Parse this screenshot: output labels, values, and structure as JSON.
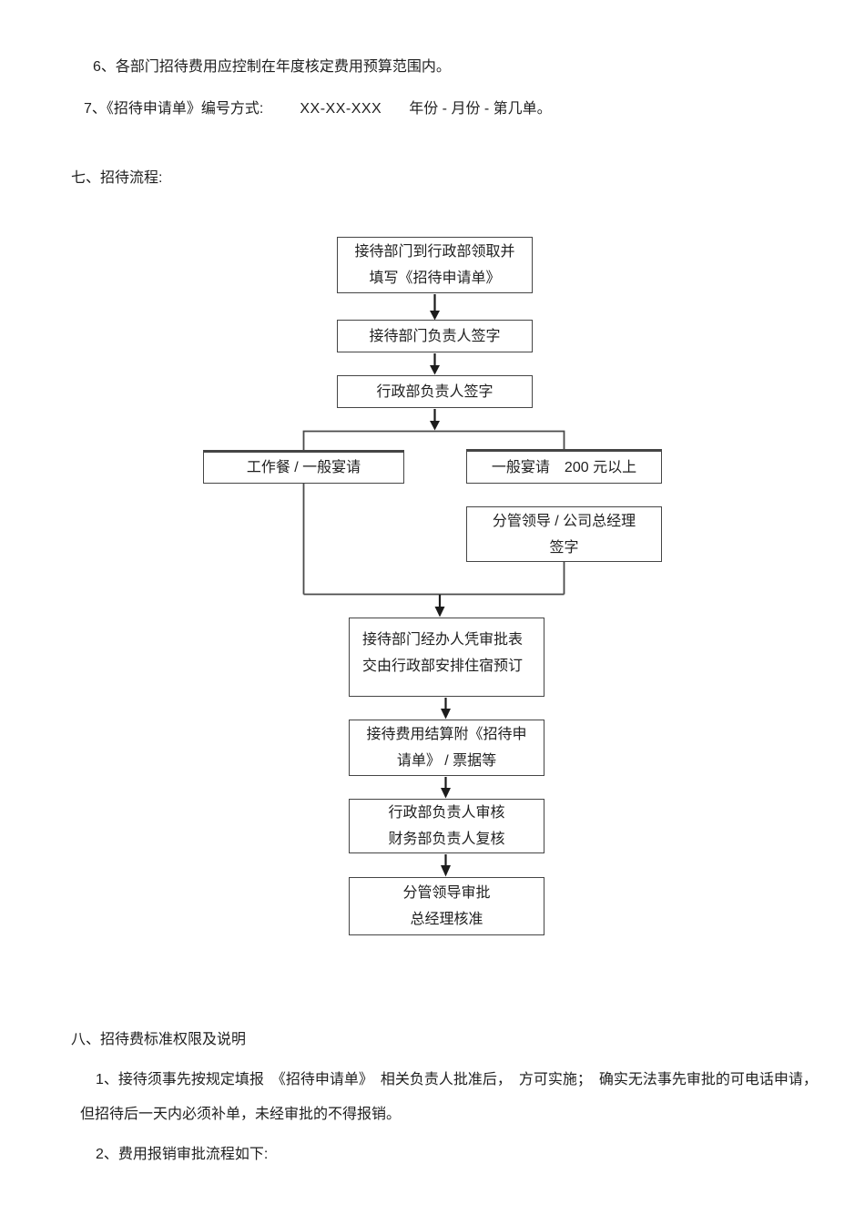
{
  "page": {
    "paragraphs": {
      "item6": "6、各部门招待费用应控制在年度核定费用预算范围内。",
      "item7_label": "7、《招待申请单》编号方式:",
      "item7_code": "XX-XX-XXX",
      "item7_note": "年份 - 月份 - 第几单。",
      "section7_heading": "七、招待流程:",
      "section8_heading": "八、招待费标准权限及说明",
      "item8_1_line1": "1、接待须事先按规定填报　《招待申请单》　相关负责人批准后，　方可实施；　确实无法事先审批的可电话申请，",
      "item8_1_line2": "但招待后一天内必须补单，未经审批的不得报销。",
      "item8_2": "2、费用报销审批流程如下:"
    },
    "flowchart": {
      "box1_line1": "接待部门到行政部领取并",
      "box1_line2": "填写《招待申请单》",
      "box2": "接待部门负责人签字",
      "box3": "行政部负责人签字",
      "branch_left": "工作餐 / 一般宴请",
      "branch_right": "一般宴请　200 元以上",
      "branch_right2_line1": "分管领导 / 公司总经理",
      "branch_right2_line2": "签字",
      "box4_line1": "接待部门经办人凭审批表",
      "box4_line2": "交由行政部安排住宿预订",
      "box5_line1": "接待费用结算附《招待申",
      "box5_line2": "请单》 / 票据等",
      "box6_line1": "行政部负责人审核",
      "box6_line2": "财务部负责人复核",
      "box7_line1": "分管领导审批",
      "box7_line2": "总经理核准"
    },
    "colors": {
      "text": "#1f1f1f",
      "box_border": "#454545",
      "connector": "#4a4a4a",
      "arrow": "#1c1c1c",
      "background": "#ffffff"
    }
  }
}
